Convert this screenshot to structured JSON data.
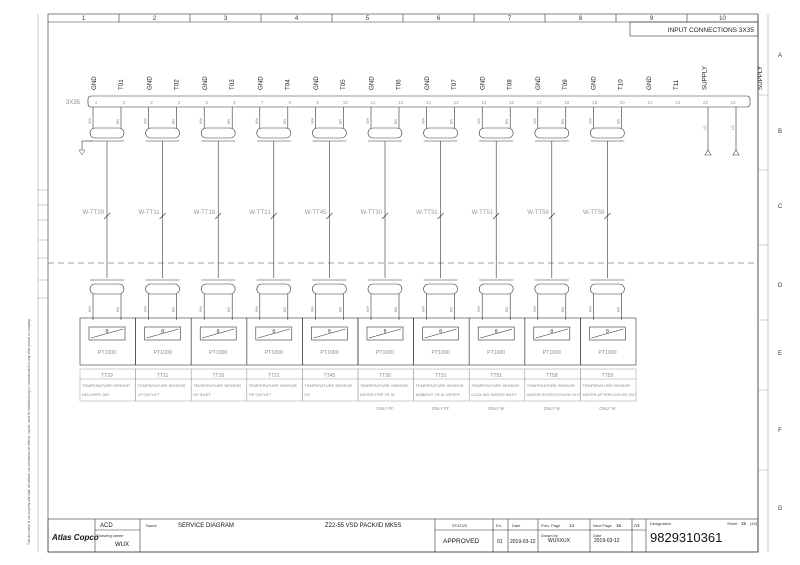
{
  "grid": {
    "columns": [
      "1",
      "2",
      "3",
      "4",
      "5",
      "6",
      "7",
      "8",
      "9",
      "10"
    ],
    "rows": [
      "A",
      "B",
      "C",
      "D",
      "E",
      "F",
      "G"
    ]
  },
  "sheet_title": "INPUT CONNECTIONS 3X35",
  "terminal_block": "3X35",
  "terminals": [
    {
      "top": "GND",
      "sub": "T01"
    },
    {
      "top": "GND",
      "sub": "T02"
    },
    {
      "top": "GND",
      "sub": "T03"
    },
    {
      "top": "GND",
      "sub": "T04"
    },
    {
      "top": "GND",
      "sub": "T05"
    },
    {
      "top": "GND",
      "sub": "T06"
    },
    {
      "top": "GND",
      "sub": "T07"
    },
    {
      "top": "GND",
      "sub": "T08"
    },
    {
      "top": "GND",
      "sub": "T09"
    },
    {
      "top": "GND",
      "sub": "T10"
    },
    {
      "top": "GND",
      "sub": "T11"
    },
    {
      "top": "SUPPLY",
      "sub": ""
    },
    {
      "top": "SUPPLY",
      "sub": ""
    }
  ],
  "terminal_numbers": [
    "1",
    "2",
    "3",
    "4",
    "5",
    "6",
    "7",
    "8",
    "9",
    "10",
    "11",
    "12",
    "13",
    "14",
    "15",
    "16",
    "17",
    "18",
    "19",
    "20",
    "21",
    "22",
    "23",
    "24"
  ],
  "wire_colors": {
    "a": "WH",
    "b": "BN"
  },
  "supply_pin_labels": [
    "U1",
    "U2"
  ],
  "cables": [
    "W-TT29",
    "W-TT11",
    "W-TT18",
    "W-TT21",
    "W-TT45",
    "W-TT30",
    "W-TT31",
    "W-TT51",
    "W-TT58",
    "W-TT59"
  ],
  "sensor_symbol": "θ",
  "sensor_type": "PT1000",
  "sensors": [
    {
      "tag": "TT29",
      "desc1": "TEMPERATURE SENSOR",
      "desc2": "DELIVERY AIR",
      "note": ""
    },
    {
      "tag": "TT11",
      "desc1": "TEMPERATURE SENSOR",
      "desc2": "LP OUTLET",
      "note": ""
    },
    {
      "tag": "TT18",
      "desc1": "TEMPERATURE SENSOR",
      "desc2": "HP INLET",
      "note": ""
    },
    {
      "tag": "TT21",
      "desc1": "TEMPERATURE SENSOR",
      "desc2": "HP OUTLET",
      "note": ""
    },
    {
      "tag": "TT45",
      "desc1": "TEMPERATURE SENSOR",
      "desc2": "DS",
      "note": ""
    },
    {
      "tag": "TT30",
      "desc1": "TEMPERATURE SENSOR",
      "desc2": "DRYER PDP TR ID",
      "note": "ONLY FF"
    },
    {
      "tag": "TT31",
      "desc1": "TEMPERATURE SENSOR",
      "desc2": "AMBIENT TR ID DRYER",
      "note": "ONLY FF"
    },
    {
      "tag": "TT51",
      "desc1": "TEMPERATURE SENSOR",
      "desc2": "COOLING WATER INLET",
      "note": "ONLY W"
    },
    {
      "tag": "TT58",
      "desc1": "TEMPERATURE SENSOR",
      "desc2": "WATER INTERCOOLER OUT",
      "note": "ONLY W"
    },
    {
      "tag": "TT59",
      "desc1": "TEMPERATURE SENSOR",
      "desc2": "WATER AFTERCOOLER OUT",
      "note": "ONLY W"
    }
  ],
  "title_block": {
    "logo": "Atlas Copco",
    "company": "ACD",
    "drawing_owner_label": "Drawing owner",
    "drawing_owner": "WUX",
    "name_label": "Name",
    "name": "SERVICE DIAGRAM",
    "product": "Z22-55 VSD PACK/ID MK5S",
    "status_label": "STATUS",
    "status": "APPROVED",
    "ed_label": "Ed.",
    "ed": "01",
    "date_label": "Date",
    "date": "2019-03-12",
    "prev_page_label": "Prev. Page",
    "prev_page": "14",
    "next_page_label": "Next Page",
    "next_page": "16",
    "format": "A3",
    "drawn_by_label": "Drawn by",
    "drawn_by": "WUXXUX",
    "date2_label": "Date",
    "date2": "2019-03-12",
    "designation_label": "Designation",
    "designation": "9829310361",
    "sheet_label": "Sheet",
    "sheet": "15",
    "sheet_total": "(19)"
  },
  "side_note": "This document is our property and shall not without our permission be altered, copied, used for manufacturing or communicated to any other person or company."
}
